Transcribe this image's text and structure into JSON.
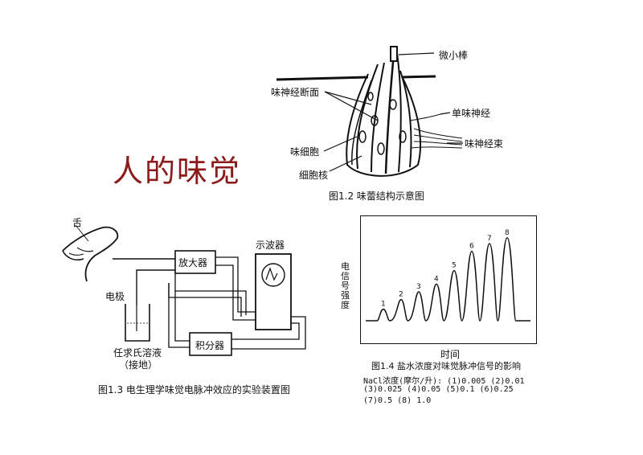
{
  "title": "人的味觉",
  "fig12": {
    "caption": "图1.2 味蕾结构示意图",
    "labels": {
      "microvilli": "微小棒",
      "cross_section": "味神经断面",
      "single_nerve": "单味神经",
      "taste_cell": "味细胞",
      "nerve_bundle": "味神经束",
      "nucleus": "细胞核"
    }
  },
  "fig13": {
    "caption": "图1.3  电生理学味觉电脉冲效应的实验装置图",
    "labels": {
      "tongue": "舌",
      "electrode": "电极",
      "amplifier": "放大器",
      "oscilloscope": "示波器",
      "integrator": "积分器",
      "ringer_line1": "任求氏溶液",
      "ringer_line2": "（接地）"
    }
  },
  "fig14": {
    "caption": "图1.4  盐水浓度对味觉脉冲信号的影响",
    "ylabel": "电信号强度",
    "xlabel": "时间",
    "legend_line1": "NaCl浓度(摩尔/升): (1)0.005  (2)0.01",
    "legend_line2": "(3)0.025  (4)0.05  (5)0.1  (6)0.25",
    "legend_line3": "(7)0.5  (8) 1.0",
    "peaks": [
      {
        "n": "1",
        "concentration": 0.005,
        "height": 0.12
      },
      {
        "n": "2",
        "concentration": 0.01,
        "height": 0.22
      },
      {
        "n": "3",
        "concentration": 0.025,
        "height": 0.3
      },
      {
        "n": "4",
        "concentration": 0.05,
        "height": 0.38
      },
      {
        "n": "5",
        "concentration": 0.1,
        "height": 0.52
      },
      {
        "n": "6",
        "concentration": 0.25,
        "height": 0.72
      },
      {
        "n": "7",
        "concentration": 0.5,
        "height": 0.8
      },
      {
        "n": "8",
        "concentration": 1.0,
        "height": 0.86
      }
    ]
  }
}
